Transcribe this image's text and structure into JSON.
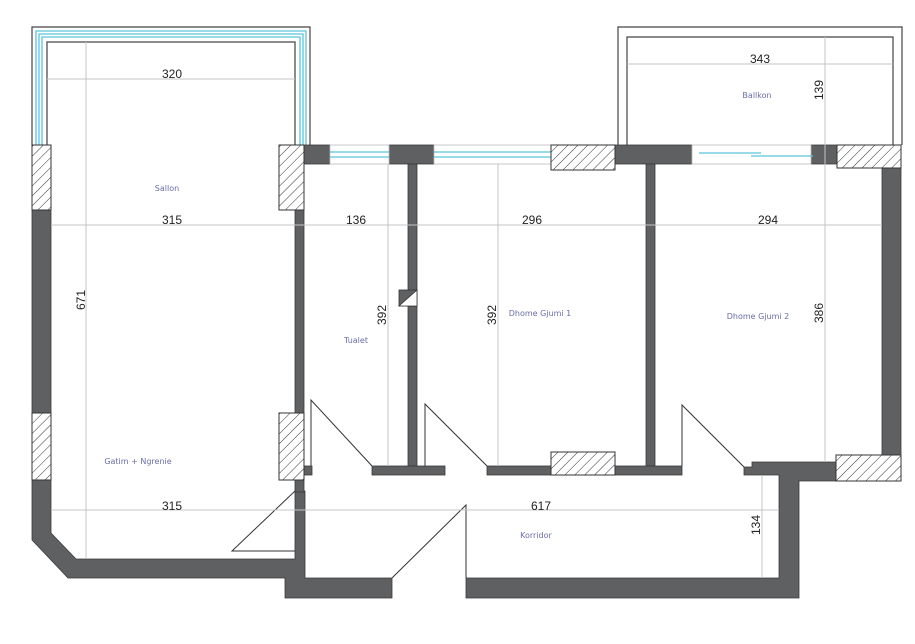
{
  "plan": {
    "colors": {
      "wall": "#5f6062",
      "glass": "#5cc4dc",
      "dimension_line": "#c4c4c4",
      "room_label": "#6a6ea8",
      "dimension_text": "#222222"
    },
    "rooms": [
      {
        "id": "sallon",
        "label": "Sallon"
      },
      {
        "id": "gatim",
        "label": "Gatim + Ngrenie"
      },
      {
        "id": "tualet",
        "label": "Tualet"
      },
      {
        "id": "dhome1",
        "label": "Dhome Gjumi 1"
      },
      {
        "id": "dhome2",
        "label": "Dhome Gjumi 2"
      },
      {
        "id": "ballkon",
        "label": "Ballkon"
      },
      {
        "id": "korridor",
        "label": "Korridor"
      }
    ],
    "dimensions": {
      "sallon_top_width": "320",
      "sallon_width": "315",
      "gatim_width": "315",
      "living_height": "671",
      "tualet_width": "136",
      "tualet_height": "392",
      "dhome1_width": "296",
      "dhome1_height": "392",
      "dhome2_width": "294",
      "dhome2_height": "386",
      "ballkon_width": "343",
      "ballkon_depth": "139",
      "korridor_length": "617",
      "korridor_width": "134"
    }
  }
}
